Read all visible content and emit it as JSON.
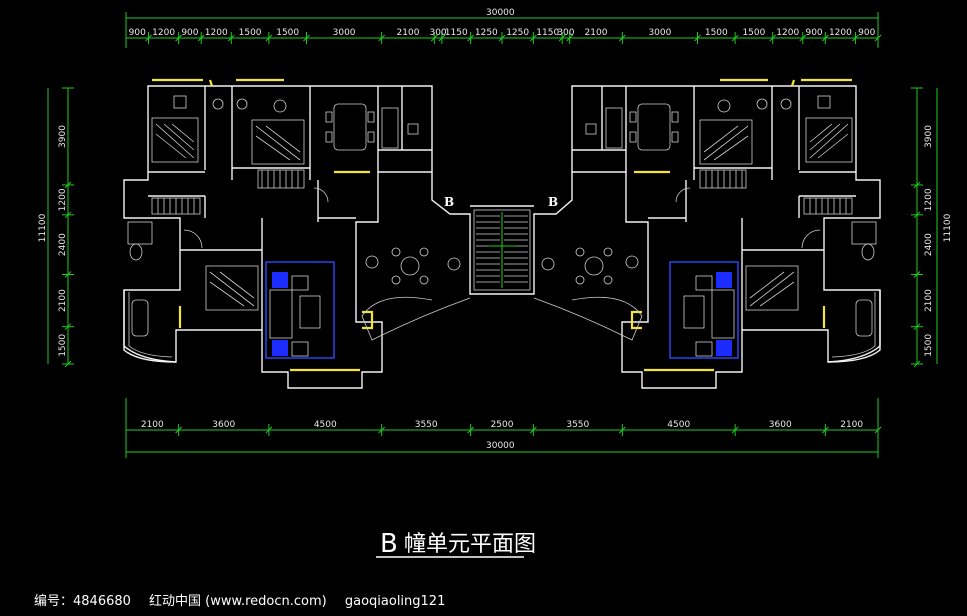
{
  "drawing": {
    "title_letter": "B",
    "title_text": "幢单元平面图",
    "overall_width_top": "30000",
    "overall_width_bottom": "30000",
    "top_dims": [
      "900",
      "1200",
      "900",
      "1200",
      "1500",
      "1500",
      "3000",
      "2100",
      "300",
      "1150",
      "1250",
      "1250",
      "1150",
      "300",
      "2100",
      "3000",
      "1500",
      "1500",
      "1200",
      "900",
      "1200",
      "900"
    ],
    "bottom_dims": [
      "2100",
      "3600",
      "4500",
      "3550",
      "2500",
      "3550",
      "4500",
      "3600",
      "2100"
    ],
    "left_overall": "11100",
    "right_overall": "11100",
    "side_dims": [
      "3900",
      "1200",
      "2400",
      "2100",
      "1500"
    ],
    "stair_marks": [
      "B",
      "B"
    ]
  },
  "footer": {
    "id_label": "编号：4846680",
    "site": "红动中国 (www.redocn.com)",
    "author": "gaoqiaoling121"
  },
  "colors": {
    "background": "#000000",
    "dimension_lines": "#1ecb1e",
    "walls": "#f2f2f2",
    "windows": "#f4e43a",
    "sofa_highlight": "#2a4cff"
  }
}
